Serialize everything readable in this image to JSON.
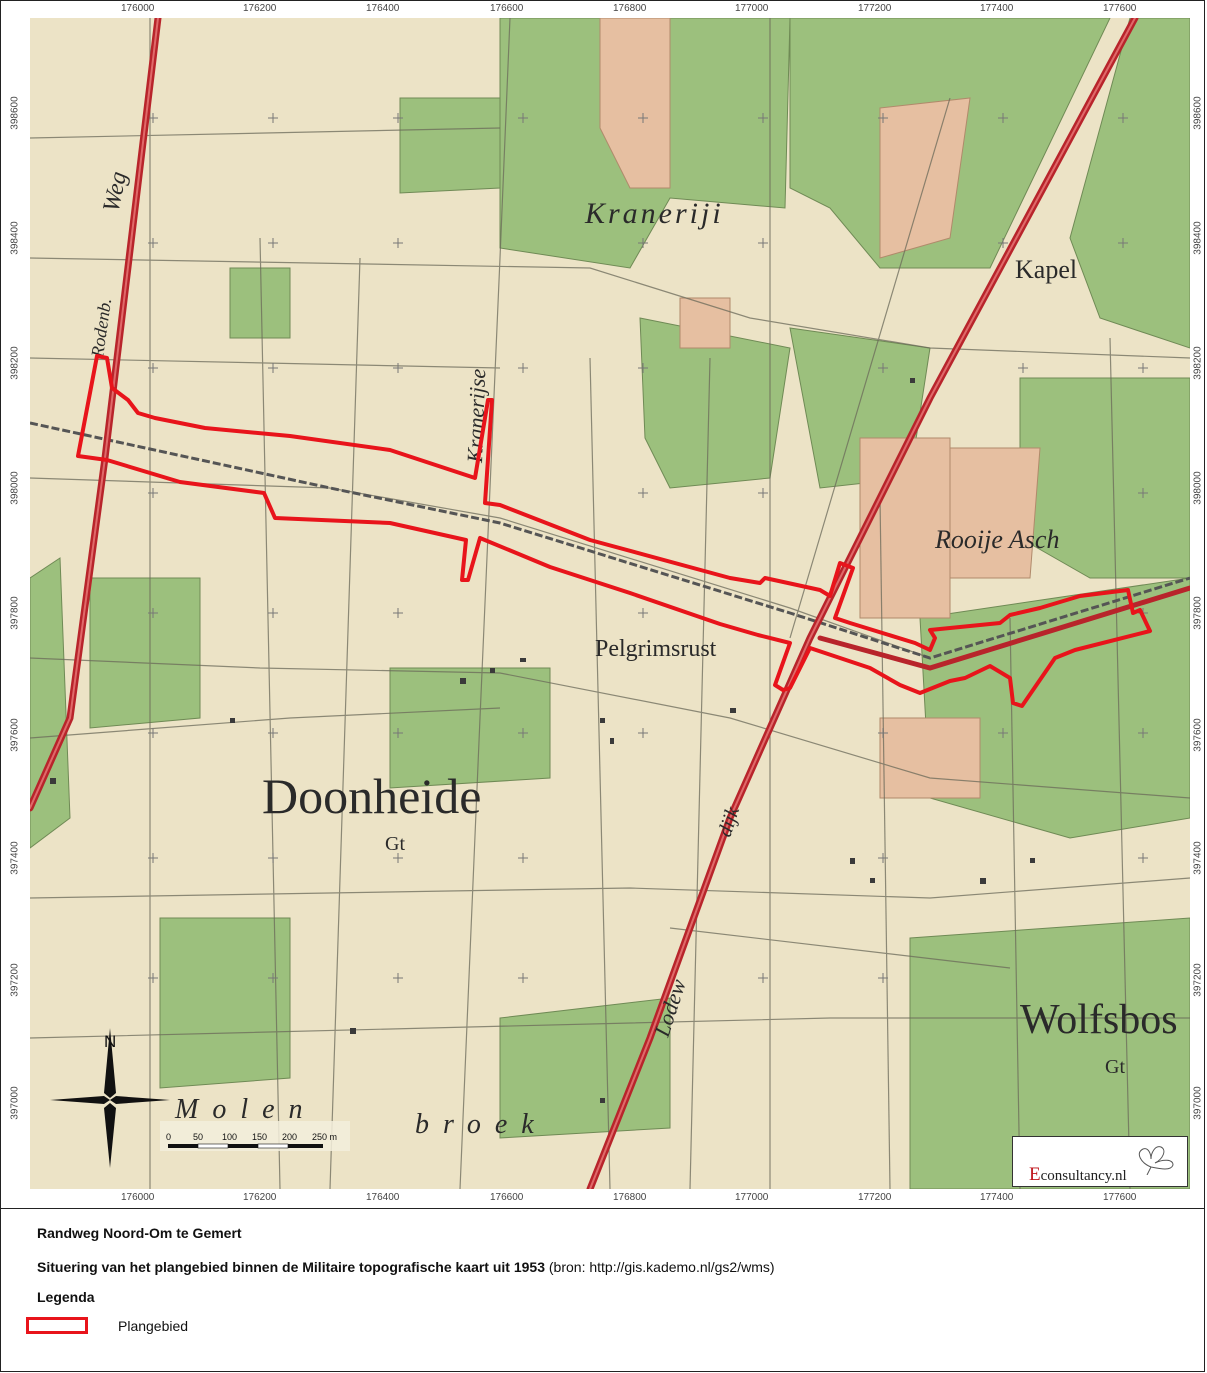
{
  "map": {
    "x_ticks": [
      "176000",
      "176200",
      "176400",
      "176600",
      "176800",
      "177000",
      "177200",
      "177400",
      "177600"
    ],
    "y_ticks": [
      "398600",
      "398400",
      "398200",
      "398000",
      "397800",
      "397600",
      "397400",
      "397200",
      "397000"
    ],
    "place_labels": {
      "kraneriji": "Kraneriji",
      "kapel": "Kapel",
      "rooije_asch": "Rooije Asch",
      "pelgrimsrust": "Pelgrimsrust",
      "doonheide": "Doonheide",
      "gt1": "Gt",
      "wolfsbos": "Wolfsbos",
      "gt2": "Gt",
      "molen": "Molen",
      "broek": "broek",
      "kranerijse": "Kranerijse",
      "weg": "Weg",
      "rodenb": "Rodenb.",
      "lodewijk": "Lodew",
      "dijk": "dijk"
    },
    "north_label": "N",
    "scale_bar": {
      "labels": [
        "0",
        "50",
        "100",
        "150",
        "200",
        "250 m"
      ]
    },
    "logo": {
      "e": "E",
      "rest": "co",
      "nsultancy": "nsultancy",
      "nl": "nl"
    },
    "colors": {
      "boundary": "#e8141b",
      "road": "#b8242b",
      "paper": "#ece3c6",
      "green": "#9cc07d"
    }
  },
  "legend": {
    "title": "Randweg Noord-Om te Gemert",
    "subtitle_bold": "Situering van het plangebied binnen de Militaire topografische kaart uit 1953",
    "subtitle_source": " (bron: http://gis.kademo.nl/gs2/wms)",
    "legend_heading": "Legenda",
    "item_label": "Plangebied"
  }
}
